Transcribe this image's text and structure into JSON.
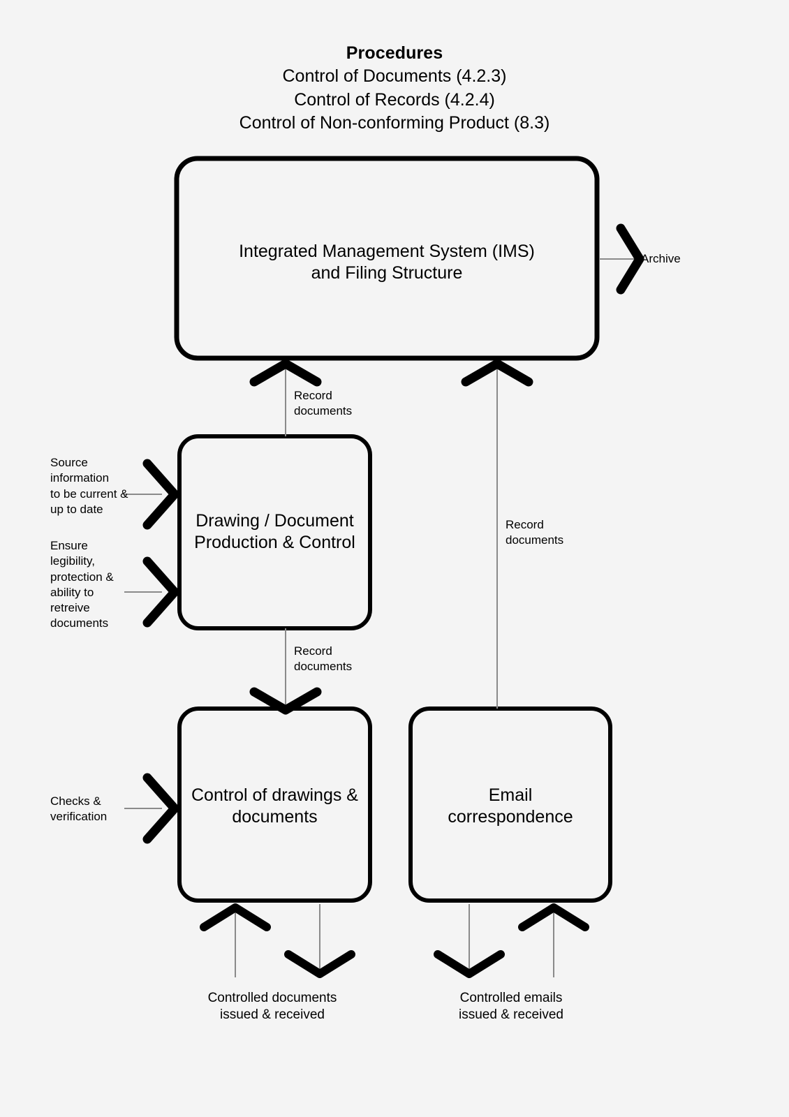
{
  "diagram": {
    "background_color": "#f4f4f4",
    "stroke_color": "#000000",
    "connector_color": "#8a8a8a",
    "header": {
      "title": "Procedures",
      "lines": [
        "Control of Documents (4.2.3)",
        "Control of Records (4.2.4)",
        "Control of Non-conforming Product (8.3)"
      ]
    },
    "nodes": [
      {
        "id": "ims",
        "label": "Integrated Management System (IMS)\nand Filing Structure"
      },
      {
        "id": "drawing-document-production",
        "label": "Drawing / Document\nProduction & Control"
      },
      {
        "id": "control-of-drawings",
        "label": "Control of drawings &\ndocuments"
      },
      {
        "id": "email-correspondence",
        "label": "Email\ncorrespondence"
      }
    ],
    "edge_labels": {
      "ims_from_drawing": "Record\ndocuments",
      "ims_from_email": "Record\ndocuments",
      "drawing_to_control": "Record\ndocuments"
    },
    "inputs": [
      {
        "id": "source-information",
        "text": "Source\ninformation\nto be current &\nup to date"
      },
      {
        "id": "ensure-legibility",
        "text": "Ensure\nlegibility,\nprotection &\nability to\nretreive\ndocuments"
      },
      {
        "id": "checks-verification",
        "text": "Checks &\nverification"
      }
    ],
    "outputs": [
      {
        "id": "archive",
        "text": "Archive"
      },
      {
        "id": "controlled-documents",
        "text": "Controlled documents\nissued & received"
      },
      {
        "id": "controlled-emails",
        "text": "Controlled emails\nissued & received"
      }
    ]
  }
}
